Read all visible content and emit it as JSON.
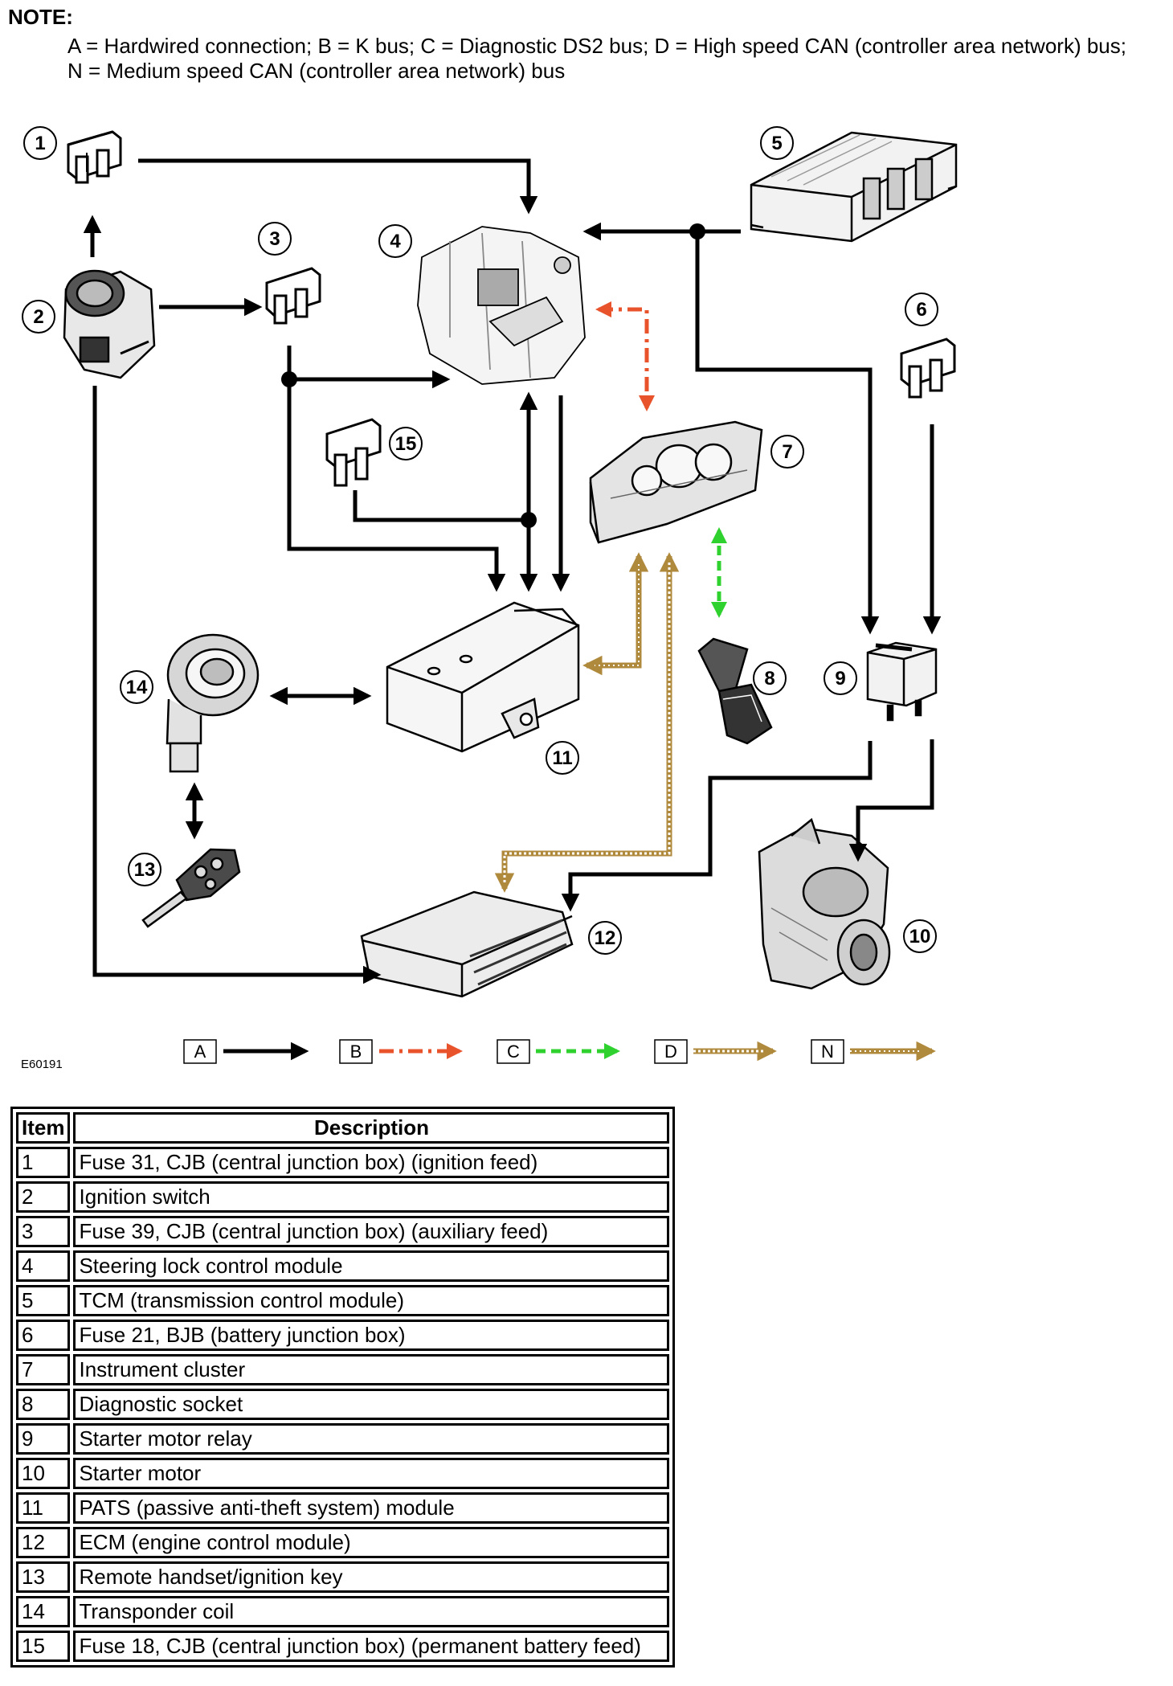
{
  "note": {
    "title": "NOTE:",
    "line1": "A = Hardwired connection; B = K bus; C = Diagnostic DS2 bus; D = High speed CAN (controller area network) bus;",
    "line2": "N = Medium speed CAN (controller area network) bus"
  },
  "diagram": {
    "figure_id": "E60191",
    "callouts": [
      "1",
      "2",
      "3",
      "4",
      "5",
      "6",
      "7",
      "8",
      "9",
      "10",
      "11",
      "12",
      "13",
      "14",
      "15"
    ],
    "colors": {
      "hardwired": "#000000",
      "k_bus": "#e8532c",
      "ds2_bus": "#2fd12f",
      "hs_can": "#b08a3c",
      "ms_can": "#a07a2c"
    },
    "legend": [
      {
        "key": "A",
        "style": "solid-black"
      },
      {
        "key": "B",
        "style": "dash-dot-orange"
      },
      {
        "key": "C",
        "style": "dashed-green"
      },
      {
        "key": "D",
        "style": "dotted-gold"
      },
      {
        "key": "N",
        "style": "solid-gold"
      }
    ]
  },
  "table": {
    "headers": [
      "Item",
      "Description"
    ],
    "rows": [
      [
        "1",
        "Fuse 31, CJB (central junction box) (ignition feed)"
      ],
      [
        "2",
        "Ignition switch"
      ],
      [
        "3",
        "Fuse 39, CJB (central junction box) (auxiliary feed)"
      ],
      [
        "4",
        "Steering lock control module"
      ],
      [
        "5",
        "TCM (transmission control module)"
      ],
      [
        "6",
        "Fuse 21, BJB (battery junction box)"
      ],
      [
        "7",
        "Instrument cluster"
      ],
      [
        "8",
        "Diagnostic socket"
      ],
      [
        "9",
        "Starter motor relay"
      ],
      [
        "10",
        "Starter motor"
      ],
      [
        "11",
        "PATS (passive anti-theft system) module"
      ],
      [
        "12",
        "ECM (engine control module)"
      ],
      [
        "13",
        "Remote handset/ignition key"
      ],
      [
        "14",
        "Transponder coil"
      ],
      [
        "15",
        "Fuse 18, CJB (central junction box) (permanent battery feed)"
      ]
    ]
  }
}
